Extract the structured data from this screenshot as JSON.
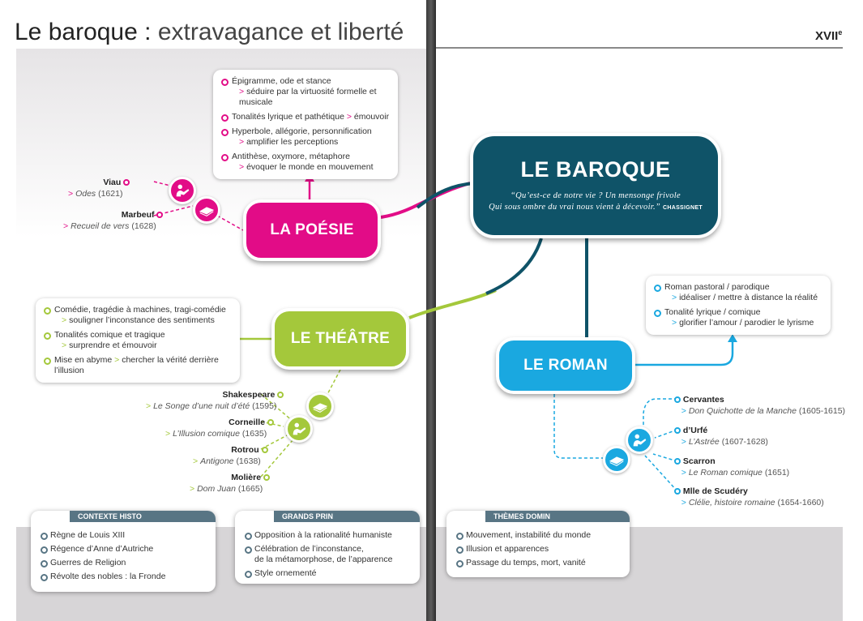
{
  "page": {
    "title_main": "Le baroque",
    "title_colon": " : ",
    "title_sub": "extravagance et liberté",
    "century": "XVII",
    "century_sup": "e"
  },
  "center": {
    "title": "LE BAROQUE",
    "quote_line1": "“Qu’est-ce de notre vie ? Un mensonge frivole",
    "quote_line2": "Qui sous ombre du vrai nous vient à décevoir.”",
    "quote_author": "CHASSIGNET",
    "color": "#0f5368"
  },
  "poesie": {
    "label": "LA POÉSIE",
    "color": "#e20c87",
    "items": [
      {
        "main": "Épigramme, ode et stance",
        "arrow": ">",
        "effect": "séduire par la virtuosité formelle et musicale"
      },
      {
        "main": "Tonalités lyrique et pathétique",
        "arrow": ">",
        "effect": "émouvoir"
      },
      {
        "main": "Hyperbole, allégorie, personnification",
        "arrow": ">",
        "effect": "amplifier les perceptions"
      },
      {
        "main": "Antithèse, oxymore, métaphore",
        "arrow": ">",
        "effect": "évoquer le monde en mouvement"
      }
    ],
    "authors": [
      {
        "name": "Viau",
        "work": "Odes",
        "year": "(1621)"
      },
      {
        "name": "Marbeuf",
        "work": "Recueil de vers",
        "year": "(1628)"
      }
    ]
  },
  "theatre": {
    "label": "LE THÉÂTRE",
    "color": "#a4c83b",
    "items": [
      {
        "main": "Comédie, tragédie à machines, tragi-comédie",
        "arrow": ">",
        "effect": "souligner l’inconstance des sentiments"
      },
      {
        "main": "Tonalités comique et tragique",
        "arrow": ">",
        "effect": "surprendre et émouvoir"
      },
      {
        "main": "Mise en abyme",
        "arrow": ">",
        "effect": "chercher la vérité derrière l’illusion"
      }
    ],
    "authors": [
      {
        "name": "Shakespeare",
        "work": "Le Songe d’une nuit d’été",
        "year": "(1595)"
      },
      {
        "name": "Corneille",
        "work": "L’Illusion comique",
        "year": "(1635)"
      },
      {
        "name": "Rotrou",
        "work": "Antigone",
        "year": "(1638)"
      },
      {
        "name": "Molière",
        "work": "Dom Juan",
        "year": "(1665)"
      }
    ]
  },
  "roman": {
    "label": "LE ROMAN",
    "color": "#1aa8e0",
    "items": [
      {
        "main": "Roman pastoral / parodique",
        "arrow": ">",
        "effect": "idéaliser / mettre à distance la réalité"
      },
      {
        "main": "Tonalité lyrique / comique",
        "arrow": ">",
        "effect": "glorifier l’amour / parodier le lyrisme"
      }
    ],
    "authors": [
      {
        "name": "Cervantes",
        "work": "Don Quichotte de la Manche",
        "year": "(1605-1615)"
      },
      {
        "name": "d’Urfé",
        "work": "L’Astrée",
        "year": "(1607-1628)"
      },
      {
        "name": "Scarron",
        "work": "Le Roman comique",
        "year": "(1651)"
      },
      {
        "name": "Mlle de Scudéry",
        "work": "Clélie, histoire romaine",
        "year": "(1654-1660)"
      }
    ]
  },
  "bottom": {
    "contexte": {
      "header": "CONTEXTE HISTO",
      "items": [
        "Règne de Louis XIII",
        "Régence d’Anne d’Autriche",
        "Guerres de Religion",
        "Révolte des nobles : la Fronde"
      ]
    },
    "principes": {
      "header": "GRANDS PRIN",
      "items": [
        "Opposition à la rationalité humaniste",
        "Célébration de l’inconstance,",
        "de la métamorphose, de l’apparence",
        "Style ornementé"
      ]
    },
    "themes": {
      "header": "THÈMES DOMIN",
      "items": [
        "Mouvement, instabilité du monde",
        "Illusion et apparences",
        "Passage du temps, mort, vanité"
      ]
    }
  },
  "icons": {
    "writer": "writer-icon",
    "book": "open-book-icon"
  }
}
